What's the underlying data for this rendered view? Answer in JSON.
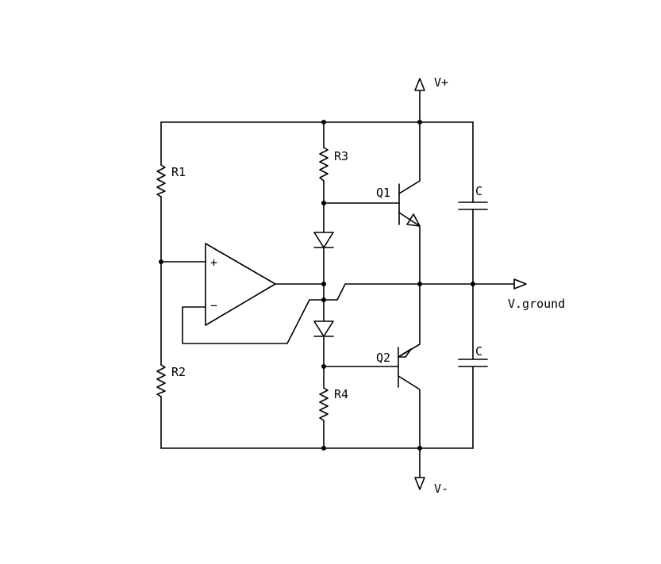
{
  "labels": {
    "v_plus": "V+",
    "v_minus": "V-",
    "v_ground": "V.ground",
    "r1": "R1",
    "r2": "R2",
    "r3": "R3",
    "r4": "R4",
    "q1": "Q1",
    "q2": "Q2",
    "c_top": "C",
    "c_bottom": "C",
    "opamp_plus": "+",
    "opamp_minus": "−"
  },
  "colors": {
    "ink": "#000000",
    "background": "#ffffff"
  }
}
